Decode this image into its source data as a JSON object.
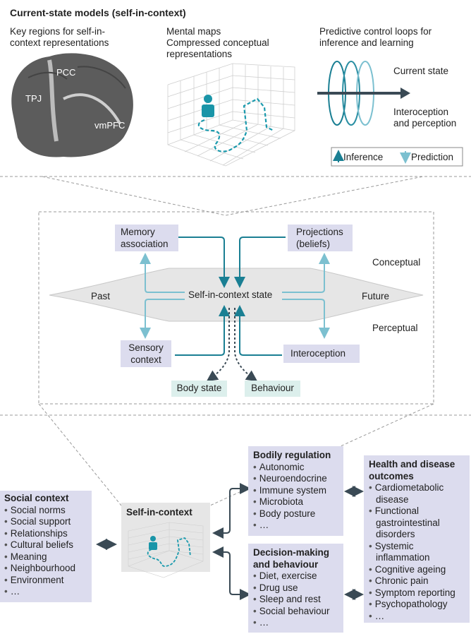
{
  "title": "Current-state models (self-in-context)",
  "top_panels": {
    "brain": {
      "heading": "Key regions for self-in-context representations",
      "heading_line1": "Key regions for self-in-",
      "heading_line2": "context representations",
      "labels": {
        "pcc": "PCC",
        "tpj": "TPJ",
        "vmpfc": "vmPFC"
      }
    },
    "mental_maps": {
      "heading": "Mental maps",
      "subheading_line1": "Compressed conceptual",
      "subheading_line2": "representations"
    },
    "loops": {
      "heading_line1": "Predictive control loops for",
      "heading_line2": "inference and learning",
      "current_state": "Current state",
      "intero_line1": "Interoception",
      "intero_line2": "and perception",
      "legend": {
        "inference": "Inference",
        "prediction": "Prediction"
      }
    }
  },
  "middle": {
    "memory_line1": "Memory",
    "memory_line2": "association",
    "projections_line1": "Projections",
    "projections_line2": "(beliefs)",
    "conceptual": "Conceptual",
    "perceptual": "Perceptual",
    "past": "Past",
    "future": "Future",
    "state": "Self-in-context state",
    "sensory_line1": "Sensory",
    "sensory_line2": "context",
    "interoception": "Interoception",
    "body_state": "Body state",
    "behaviour": "Behaviour"
  },
  "bottom": {
    "social": {
      "heading": "Social context",
      "items": [
        "Social norms",
        "Social support",
        "Relationships",
        "Cultural beliefs",
        "Meaning",
        "Neighbourhood",
        "Environment",
        "…"
      ]
    },
    "self": {
      "heading": "Self-in-context"
    },
    "bodily": {
      "heading": "Bodily regulation",
      "items": [
        "Autonomic",
        "Neuroendocrine",
        "Immune system",
        "Microbiota",
        "Body posture",
        "…"
      ]
    },
    "decision": {
      "heading_line1": "Decision-making",
      "heading_line2": "and behaviour",
      "items": [
        "Diet, exercise",
        "Drug use",
        "Sleep and rest",
        "Social behaviour",
        "…"
      ]
    },
    "health": {
      "heading_line1": "Health and disease",
      "heading_line2": "outcomes",
      "items": [
        "Cardiometabolic disease",
        "Functional gastrointestinal disorders",
        "Systemic inflammation",
        "Cognitive ageing",
        "Chronic pain",
        "Symptom reporting",
        "Psychopathology",
        "…"
      ]
    }
  },
  "colors": {
    "dark_teal": "#1a7f93",
    "light_teal": "#7cc0d0",
    "box": "#dcdcee",
    "green_box": "#dcefec",
    "dark_arrow": "#3a4a55"
  }
}
